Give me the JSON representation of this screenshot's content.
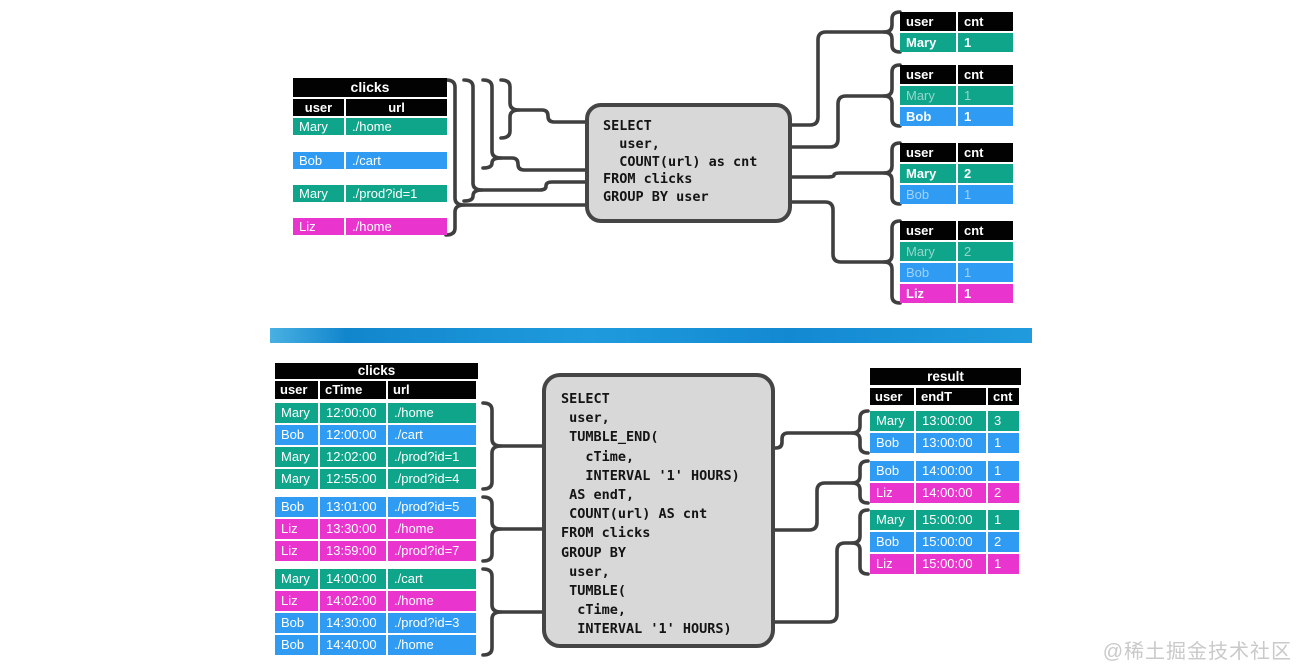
{
  "colors": {
    "teal": "#0fa58a",
    "blue": "#2f9bf3",
    "magenta": "#e935cd",
    "header": "#020202",
    "wire": "#3f3f3f",
    "box_fill": "#d8d8d8",
    "box_border": "#454545",
    "divider_blue": "#1b95da",
    "watermark_gray": "#c9c9c9"
  },
  "top": {
    "clicks": {
      "title": "clicks",
      "columns": [
        "user",
        "url"
      ],
      "rows": [
        {
          "user": "Mary",
          "url": "./home",
          "color": "teal"
        },
        {
          "user": "Bob",
          "url": "./cart",
          "color": "blue"
        },
        {
          "user": "Mary",
          "url": "./prod?id=1",
          "color": "teal"
        },
        {
          "user": "Liz",
          "url": "./home",
          "color": "magenta"
        }
      ]
    },
    "query": {
      "code": "SELECT\n  user,\n  COUNT(url) as cnt\nFROM clicks\nGROUP BY user"
    },
    "results": [
      {
        "columns": [
          "user",
          "cnt"
        ],
        "rows": [
          {
            "user": "Mary",
            "cnt": "1",
            "color": "teal",
            "state": "fresh"
          }
        ]
      },
      {
        "columns": [
          "user",
          "cnt"
        ],
        "rows": [
          {
            "user": "Mary",
            "cnt": "1",
            "color": "teal",
            "state": "stale"
          },
          {
            "user": "Bob",
            "cnt": "1",
            "color": "blue",
            "state": "fresh"
          }
        ]
      },
      {
        "columns": [
          "user",
          "cnt"
        ],
        "rows": [
          {
            "user": "Mary",
            "cnt": "2",
            "color": "teal",
            "state": "fresh"
          },
          {
            "user": "Bob",
            "cnt": "1",
            "color": "blue",
            "state": "stale"
          }
        ]
      },
      {
        "columns": [
          "user",
          "cnt"
        ],
        "rows": [
          {
            "user": "Mary",
            "cnt": "2",
            "color": "teal",
            "state": "stale"
          },
          {
            "user": "Bob",
            "cnt": "1",
            "color": "blue",
            "state": "stale"
          },
          {
            "user": "Liz",
            "cnt": "1",
            "color": "magenta",
            "state": "fresh"
          }
        ]
      }
    ]
  },
  "bottom": {
    "clicks": {
      "title": "clicks",
      "columns": [
        "user",
        "cTime",
        "url"
      ],
      "groups": [
        [
          {
            "user": "Mary",
            "cTime": "12:00:00",
            "url": "./home",
            "color": "teal"
          },
          {
            "user": "Bob",
            "cTime": "12:00:00",
            "url": "./cart",
            "color": "blue"
          },
          {
            "user": "Mary",
            "cTime": "12:02:00",
            "url": "./prod?id=1",
            "color": "teal"
          },
          {
            "user": "Mary",
            "cTime": "12:55:00",
            "url": "./prod?id=4",
            "color": "teal"
          }
        ],
        [
          {
            "user": "Bob",
            "cTime": "13:01:00",
            "url": "./prod?id=5",
            "color": "blue"
          },
          {
            "user": "Liz",
            "cTime": "13:30:00",
            "url": "./home",
            "color": "magenta"
          },
          {
            "user": "Liz",
            "cTime": "13:59:00",
            "url": "./prod?id=7",
            "color": "magenta"
          }
        ],
        [
          {
            "user": "Mary",
            "cTime": "14:00:00",
            "url": "./cart",
            "color": "teal"
          },
          {
            "user": "Liz",
            "cTime": "14:02:00",
            "url": "./home",
            "color": "magenta"
          },
          {
            "user": "Bob",
            "cTime": "14:30:00",
            "url": "./prod?id=3",
            "color": "blue"
          },
          {
            "user": "Bob",
            "cTime": "14:40:00",
            "url": "./home",
            "color": "blue"
          }
        ]
      ]
    },
    "query": {
      "code": "SELECT\n user,\n TUMBLE_END(\n   cTime,\n   INTERVAL '1' HOURS)\n AS endT,\n COUNT(url) AS cnt\nFROM clicks\nGROUP BY\n user,\n TUMBLE(\n  cTime,\n  INTERVAL '1' HOURS)"
    },
    "result": {
      "title": "result",
      "columns": [
        "user",
        "endT",
        "cnt"
      ],
      "groups": [
        [
          {
            "user": "Mary",
            "endT": "13:00:00",
            "cnt": "3",
            "color": "teal"
          },
          {
            "user": "Bob",
            "endT": "13:00:00",
            "cnt": "1",
            "color": "blue"
          }
        ],
        [
          {
            "user": "Bob",
            "endT": "14:00:00",
            "cnt": "1",
            "color": "blue"
          },
          {
            "user": "Liz",
            "endT": "14:00:00",
            "cnt": "2",
            "color": "magenta"
          }
        ],
        [
          {
            "user": "Mary",
            "endT": "15:00:00",
            "cnt": "1",
            "color": "teal"
          },
          {
            "user": "Bob",
            "endT": "15:00:00",
            "cnt": "2",
            "color": "blue"
          },
          {
            "user": "Liz",
            "endT": "15:00:00",
            "cnt": "1",
            "color": "magenta"
          }
        ]
      ]
    }
  },
  "watermark": {
    "text": "@稀土掘金技术社区"
  }
}
